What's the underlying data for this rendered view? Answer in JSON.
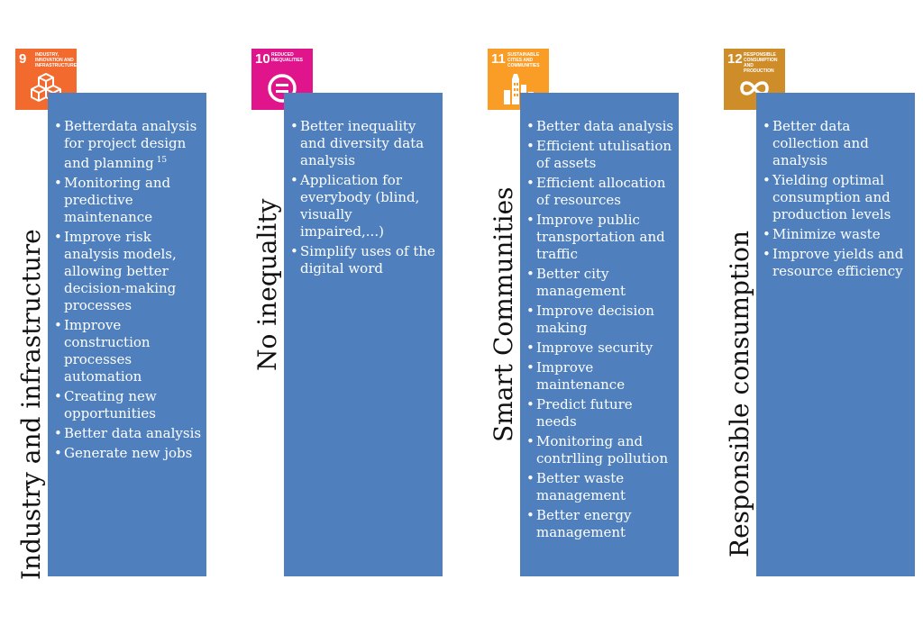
{
  "columns": [
    {
      "title": "Industry and infrastructure",
      "icon": {
        "name": "industry-innovation-infrastructure-icon",
        "number": "9",
        "label": "Industry, innovation and infrastructure",
        "color": "#f26a2d"
      },
      "items": [
        "Betterdata analysis for project design and planning",
        "Monitoring and predictive maintenance",
        "Improve risk analysis models, allowing better decision-making processes",
        "Improve construction processes automation",
        "Creating new opportunities",
        "Better data analysis",
        "Generate new jobs"
      ],
      "footnote": "15"
    },
    {
      "title": "No inequality",
      "icon": {
        "name": "reduced-inequalities-icon",
        "number": "10",
        "label": "Reduced inequalities",
        "color": "#e0148b"
      },
      "items": [
        "Better inequality and diversity data analysis",
        "Application for everybody (blind, visually impaired,...)",
        "Simplify uses of the digital word"
      ]
    },
    {
      "title": "Smart Communities",
      "icon": {
        "name": "sustainable-cities-icon",
        "number": "11",
        "label": "Sustainable cities and communities",
        "color": "#f99d26"
      },
      "items": [
        "Better data analysis",
        "Efficient utulisation of assets",
        "Efficient allocation of resources",
        "Improve public transportation and traffic",
        "Better city management",
        "Improve decision making",
        "Improve security",
        "Improve maintenance",
        "Predict future needs",
        "Monitoring and contrlling pollution",
        "Better waste management",
        "Better energy management"
      ]
    },
    {
      "title": "Responsible consumption",
      "icon": {
        "name": "responsible-consumption-icon",
        "number": "12",
        "label": "Responsible consumption and production",
        "color": "#cf8d2a"
      },
      "items": [
        "Better data collection and analysis",
        "Yielding optimal consumption and production levels",
        "Minimize waste",
        "Improve yields and resource efficiency"
      ]
    }
  ]
}
